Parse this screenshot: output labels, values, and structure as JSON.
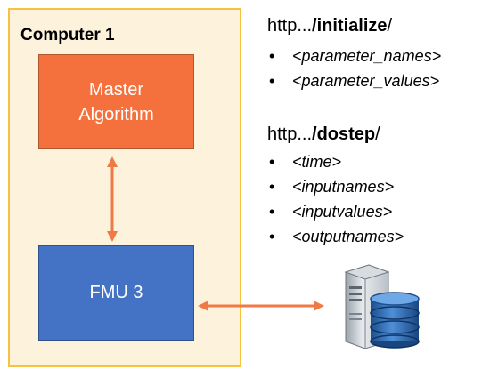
{
  "computer": {
    "title": "Computer 1"
  },
  "master": {
    "line1": "Master",
    "line2": "Algorithm"
  },
  "fmu": {
    "label": "FMU 3"
  },
  "initialize": {
    "prefix": "http...",
    "path": "/initialize",
    "suffix": "/",
    "params": [
      "<parameter_names>",
      "<parameter_values>"
    ]
  },
  "dostep": {
    "prefix": "http...",
    "path": "/dostep",
    "suffix": "/",
    "params": [
      "<time>",
      "<inputnames>",
      "<inputvalues>",
      "<outputnames>"
    ]
  },
  "icons": {
    "server": "database-server-icon"
  },
  "colors": {
    "computer_fill": "#fdf3dc",
    "computer_border": "#f7c23f",
    "master_fill": "#f4713d",
    "fmu_fill": "#4472c4",
    "arrow": "#f07a45"
  }
}
